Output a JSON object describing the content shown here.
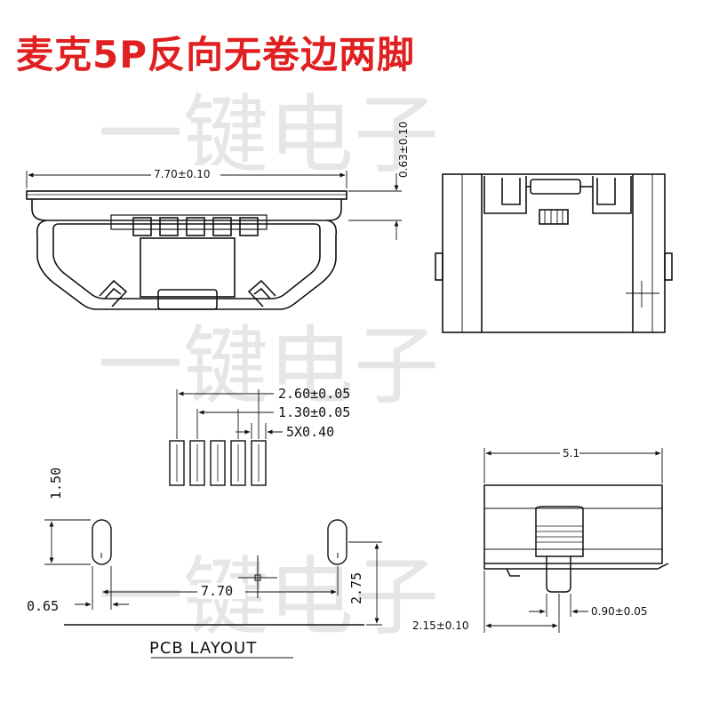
{
  "title": "麦克5P反向无卷边两脚",
  "watermark": "一键电子",
  "front_view": {
    "width_dim": "7.70±0.10",
    "height_dim": "0.63±0.10"
  },
  "pad_dims": {
    "outer": "2.60±0.05",
    "inner": "1.30±0.05",
    "pitch": "5X0.40"
  },
  "pcb_layout": {
    "label": "PCB LAYOUT",
    "slot_height": "1.50",
    "slot_width": "0.65",
    "slot_spacing": "7.70",
    "slot_offset": "2.75"
  },
  "side_view": {
    "length": "5.1",
    "offset": "2.15±0.10",
    "tab_width": "0.90±0.05"
  }
}
